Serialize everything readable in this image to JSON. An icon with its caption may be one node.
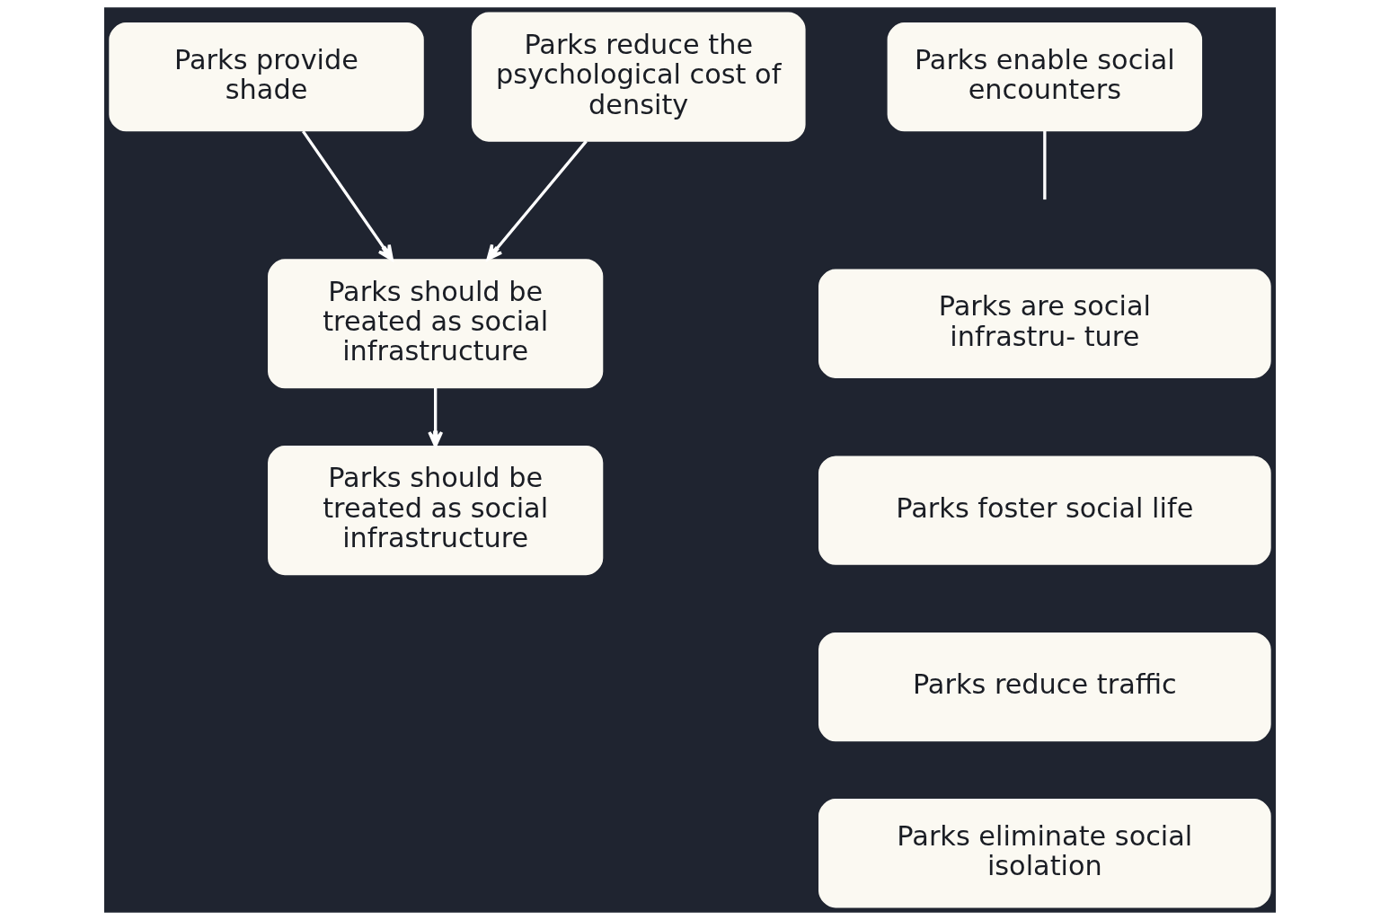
{
  "diagram": {
    "nodes": [
      {
        "text": [
          "Parks provide shade"
        ]
      },
      {
        "text": [
          "Parks reduce the psychological cost of density"
        ]
      },
      {
        "text": [
          "Parks enable social encounters"
        ]
      },
      {
        "text": [
          "Parks should be treated as social infrastructure"
        ]
      },
      {
        "text": [
          "Parks should be treated as social infrastructure"
        ]
      },
      {
        "text": [
          "Parks are social infrastru- ture"
        ]
      },
      {
        "text": [
          "Parks foster social life"
        ]
      },
      {
        "text": [
          "Parks reduce traffic"
        ]
      },
      {
        "text": [
          "Parks eliminate social isolation"
        ]
      }
    ],
    "edges": [
      {
        "from": 0,
        "to": 3,
        "arrow": "to"
      },
      {
        "from": 1,
        "to": 3,
        "arrow": "to"
      },
      {
        "from": 3,
        "to": 4,
        "arrow": "to"
      },
      {
        "from": 2,
        "to": null,
        "arrow": "none"
      }
    ]
  }
}
